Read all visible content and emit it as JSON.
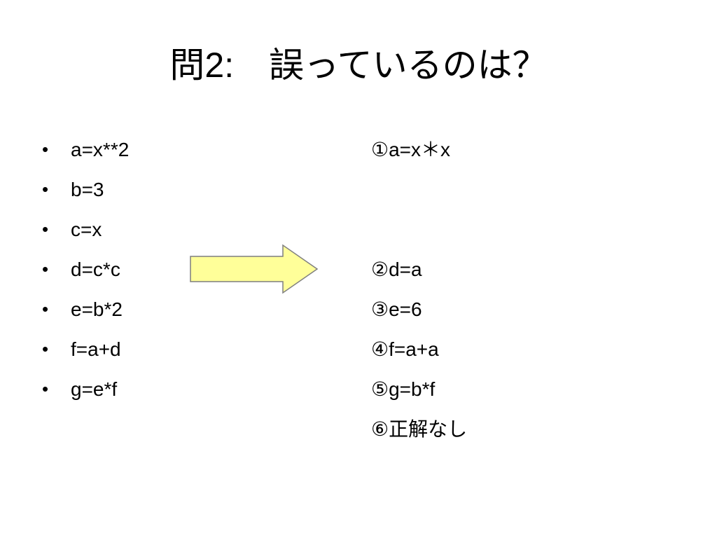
{
  "title": "問2:　誤っているのは？",
  "code_lines": [
    "a=x**2",
    "b=3",
    "c=x",
    "d=c*c",
    "e=b*2",
    "f=a+d",
    "g=e*f"
  ],
  "bullet_symbol": "•",
  "options": [
    {
      "slot": 0,
      "text": "①a=x＊x"
    },
    {
      "slot": 3,
      "text": "②d=a"
    },
    {
      "slot": 4,
      "text": "③e=6"
    },
    {
      "slot": 5,
      "text": "④f=a+a"
    },
    {
      "slot": 6,
      "text": "⑤g=b*f"
    },
    {
      "slot": 7,
      "text": "⑥正解なし"
    }
  ],
  "colors": {
    "arrow_fill": "#ffff99",
    "arrow_stroke": "#7f7f7f"
  },
  "icons": {
    "arrow": "right-arrow-icon"
  }
}
